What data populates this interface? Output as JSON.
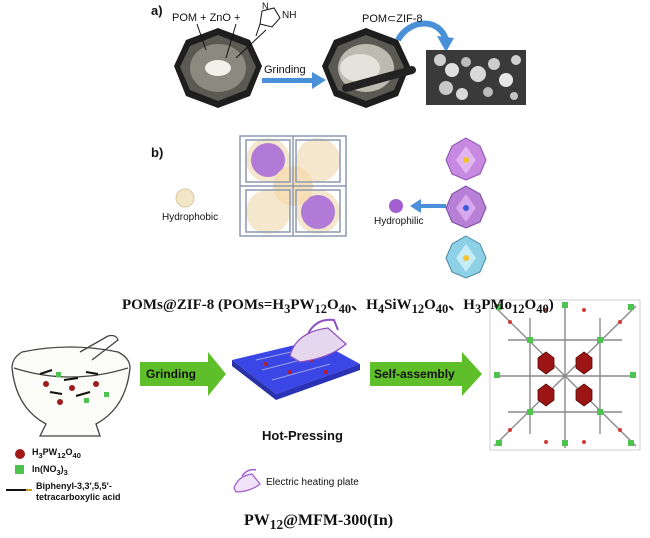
{
  "panel_a": {
    "label": "a)",
    "reactants": "POM + ZnO +",
    "imidazole_atom_n": "N",
    "imidazole_atom_nh": "NH",
    "arrow_label": "Grinding",
    "product": "POM⊂ZIF-8"
  },
  "panel_b": {
    "label": "b)",
    "hydrophobic_label": "Hydrophobic",
    "hydrophilic_label": "Hydrophilic"
  },
  "formula_line": {
    "prefix": "POMs@ZIF-8  (POMs=H",
    "a1": "3",
    "b1": "PW",
    "c1": "12",
    "d1": "O",
    "e1": "40",
    "sep1": "、H",
    "a2": "4",
    "b2": "SiW",
    "c2": "12",
    "d2": "O",
    "e2": "40",
    "sep2": "、H",
    "a3": "3",
    "b3": "PMo",
    "c3": "12",
    "d3": "O",
    "e3": "40",
    "suffix": ")"
  },
  "panel_c": {
    "grinding_label": "Grinding",
    "self_assembly_label": "Self-assembly",
    "hot_pressing_label": "Hot-Pressing",
    "heating_plate_label": "Electric heating plate",
    "legend_pom_h": "H",
    "legend_pom_3": "3",
    "legend_pom_pw": "PW",
    "legend_pom_12": "12",
    "legend_pom_o": "O",
    "legend_pom_40": "40",
    "legend_in": "In(NO",
    "legend_in_3": "3",
    "legend_in_close": ")",
    "legend_in_3b": "3",
    "legend_linker_1": "Biphenyl-3,3′,5,5′-",
    "legend_linker_2": "tetracarboxylic acid",
    "bottom_title_pw": "PW",
    "bottom_title_12": "12",
    "bottom_title_rest": "@MFM-300(In)"
  },
  "colors": {
    "arrow_green": "#5fbf2a",
    "arrow_blue": "#4a90d9",
    "plate_blue": "#3a46e6",
    "pom_red": "#a01a1a",
    "in_green": "#4fc34f",
    "purple": "#b57ad8"
  }
}
